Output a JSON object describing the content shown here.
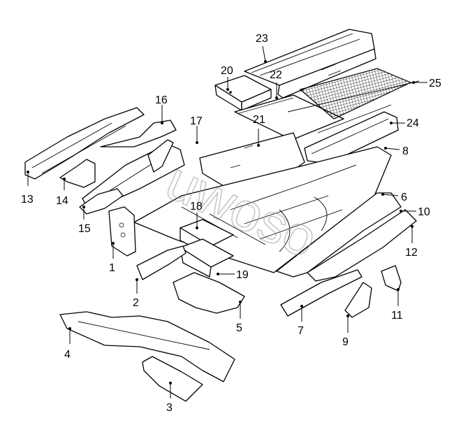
{
  "labels": [
    "1",
    "2",
    "3",
    "4",
    "5",
    "6",
    "7",
    "8",
    "9",
    "10",
    "11",
    "12",
    "13",
    "14",
    "15",
    "16",
    "17",
    "18",
    "19",
    "20",
    "21",
    "22",
    "23",
    "24",
    "25"
  ],
  "watermark": "uwoso"
}
